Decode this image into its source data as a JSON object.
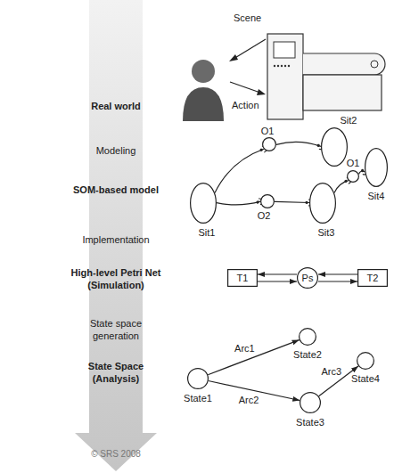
{
  "diagram": {
    "nodes": [
      {
        "text": [
          "Sit1"
        ]
      },
      {
        "text": [
          "O1"
        ]
      },
      {
        "text": [
          "Sit2"
        ]
      },
      {
        "text": [
          "O2"
        ]
      },
      {
        "text": [
          "Sit3"
        ]
      },
      {
        "text": [
          "O1"
        ]
      },
      {
        "text": [
          "Sit4"
        ]
      },
      {
        "text": [
          "T1"
        ]
      },
      {
        "text": [
          "Ps"
        ]
      },
      {
        "text": [
          "T2"
        ]
      },
      {
        "text": [
          "State1"
        ]
      },
      {
        "text": [
          "State2"
        ]
      },
      {
        "text": [
          "State3"
        ]
      },
      {
        "text": [
          "State4"
        ]
      }
    ],
    "edges": [
      {
        "from": 0,
        "to": 1,
        "arrow": "to"
      },
      {
        "from": 1,
        "to": 2,
        "arrow": "to"
      },
      {
        "from": 0,
        "to": 3,
        "arrow": "to"
      },
      {
        "from": 3,
        "to": 4,
        "arrow": "to"
      },
      {
        "from": 4,
        "to": 5,
        "arrow": "to"
      },
      {
        "from": 5,
        "to": 6,
        "arrow": "to"
      },
      {
        "from": 7,
        "to": 8,
        "arrow": "to"
      },
      {
        "from": 8,
        "to": 7,
        "arrow": "to"
      },
      {
        "from": 9,
        "to": 8,
        "arrow": "to"
      },
      {
        "from": 8,
        "to": 9,
        "arrow": "to"
      },
      {
        "from": 10,
        "to": 11,
        "label": "Arc1",
        "arrow": "to"
      },
      {
        "from": 10,
        "to": 12,
        "label": "Arc2",
        "arrow": "to"
      },
      {
        "from": 12,
        "to": 13,
        "label": "Arc3",
        "arrow": "to"
      }
    ],
    "labels": [
      "Scene",
      "Action",
      "Real world",
      "Modeling",
      "SOM-based model",
      "Implementation",
      "High-level Petri Net (Simulation)",
      "State space generation",
      "State Space (Analysis)",
      "© SRS 2008"
    ]
  }
}
